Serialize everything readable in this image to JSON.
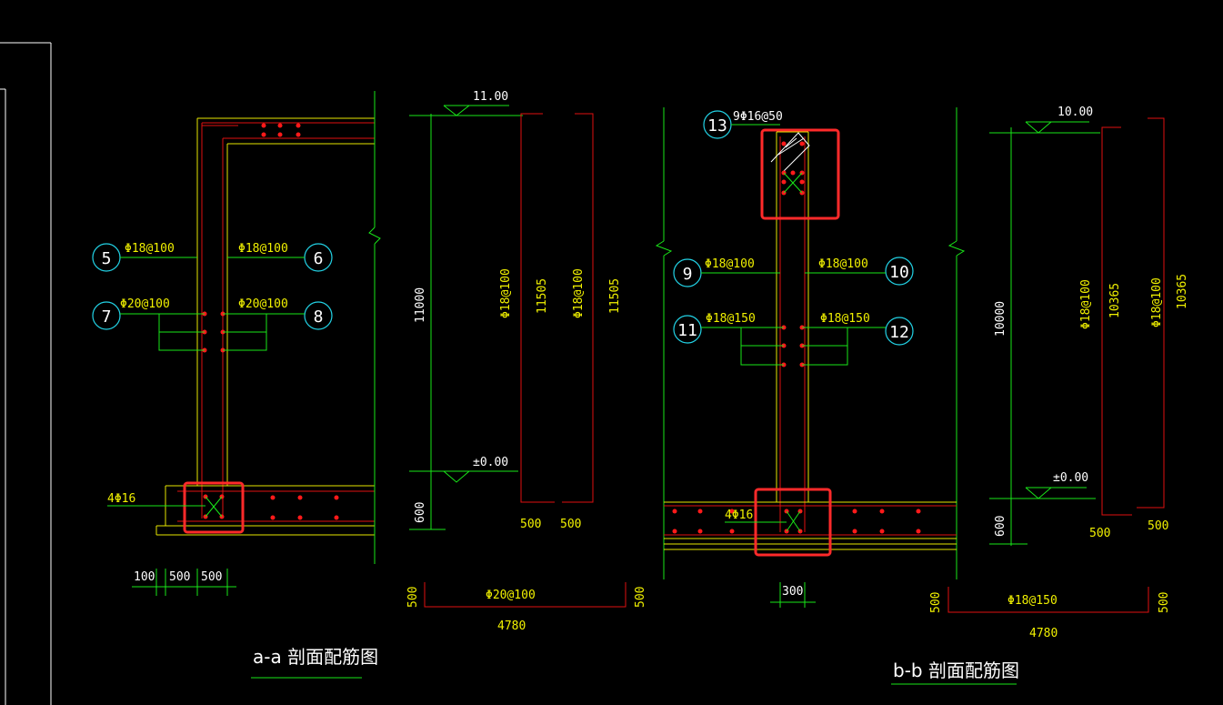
{
  "section_a": {
    "title": "a-a 剖面配筋图",
    "callouts": [
      {
        "num": "5",
        "label": "Φ18@100"
      },
      {
        "num": "6",
        "label": "Φ18@100"
      },
      {
        "num": "7",
        "label": "Φ20@100"
      },
      {
        "num": "8",
        "label": "Φ20@100"
      }
    ],
    "bottom_bar": "4Φ16",
    "dims_bottom": [
      "100",
      "500",
      "500"
    ],
    "elev_top": "11.00",
    "elev_bottom": "±0.00",
    "height_dim": "11000",
    "base_dim": "600",
    "rebar_1": "Φ18@100",
    "rebar_2": "Φ18@100",
    "length_1": "11505",
    "length_2": "11505",
    "foot_1": "500",
    "foot_2": "500",
    "slab_label": "Φ20@100",
    "slab_left": "500",
    "slab_right": "500",
    "slab_width": "4780"
  },
  "section_b": {
    "title": "b-b 剖面配筋图",
    "callouts": [
      {
        "num": "13",
        "label": "9Φ16@50"
      },
      {
        "num": "9",
        "label": "Φ18@100"
      },
      {
        "num": "10",
        "label": "Φ18@100"
      },
      {
        "num": "11",
        "label": "Φ18@150"
      },
      {
        "num": "12",
        "label": "Φ18@150"
      }
    ],
    "bottom_bar": "4Φ16",
    "dim_bottom": "300",
    "elev_top": "10.00",
    "elev_bottom": "±0.00",
    "height_dim": "10000",
    "base_dim": "600",
    "rebar_1": "Φ18@100",
    "rebar_2": "Φ18@100",
    "length_1": "10365",
    "length_2": "10365",
    "foot_1": "500",
    "foot_2": "500",
    "slab_label": "Φ18@150",
    "slab_left": "500",
    "slab_right": "500",
    "slab_width": "4780"
  },
  "colors": {
    "background": "#000000",
    "callout_circle": "#22d3e6",
    "leader": "#19e619",
    "rebar": "#e01010",
    "concrete_outline": "#e6e600",
    "dim_text": "#f0f000",
    "highlight": "#ff2a2a"
  }
}
